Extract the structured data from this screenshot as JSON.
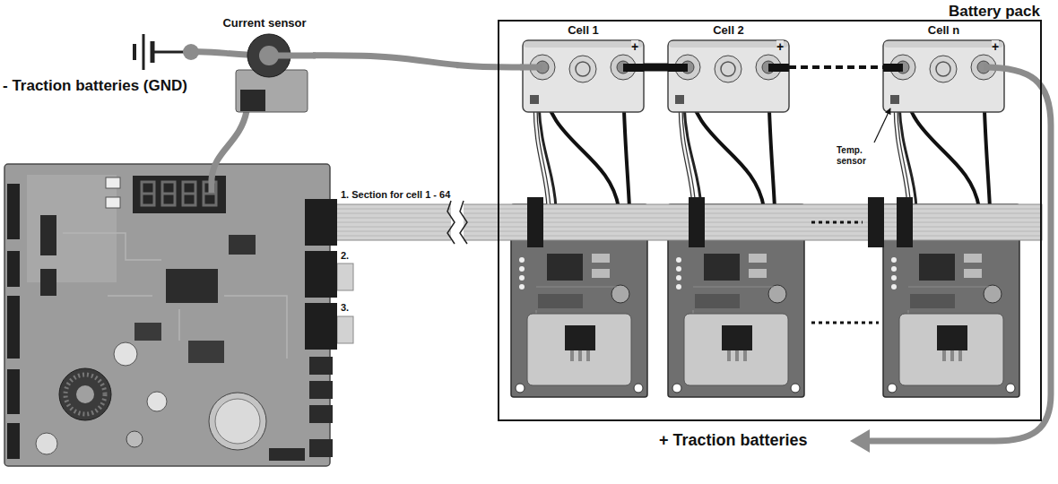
{
  "diagram": {
    "nodes": [
      {
        "text": [
          "Current sensor"
        ]
      },
      {
        "text": [
          "Battery pack"
        ]
      },
      {
        "text": [
          "Cell 1"
        ],
        "in": 1
      },
      {
        "text": [
          "Cell 2"
        ],
        "in": 1
      },
      {
        "text": [
          "Cell n"
        ],
        "in": 1
      }
    ],
    "edges": [
      {
        "from": 0,
        "to": 2,
        "arrow": "none"
      },
      {
        "from": 2,
        "to": 3,
        "arrow": "none"
      },
      {
        "from": 3,
        "to": 4,
        "arrow": "none"
      }
    ],
    "labels": [
      "- Traction batteries (GND)",
      "1. Section for cell 1 - 64",
      "2.",
      "3.",
      "Temp. sensor",
      "+",
      "+",
      "+",
      "+ Traction batteries"
    ]
  }
}
